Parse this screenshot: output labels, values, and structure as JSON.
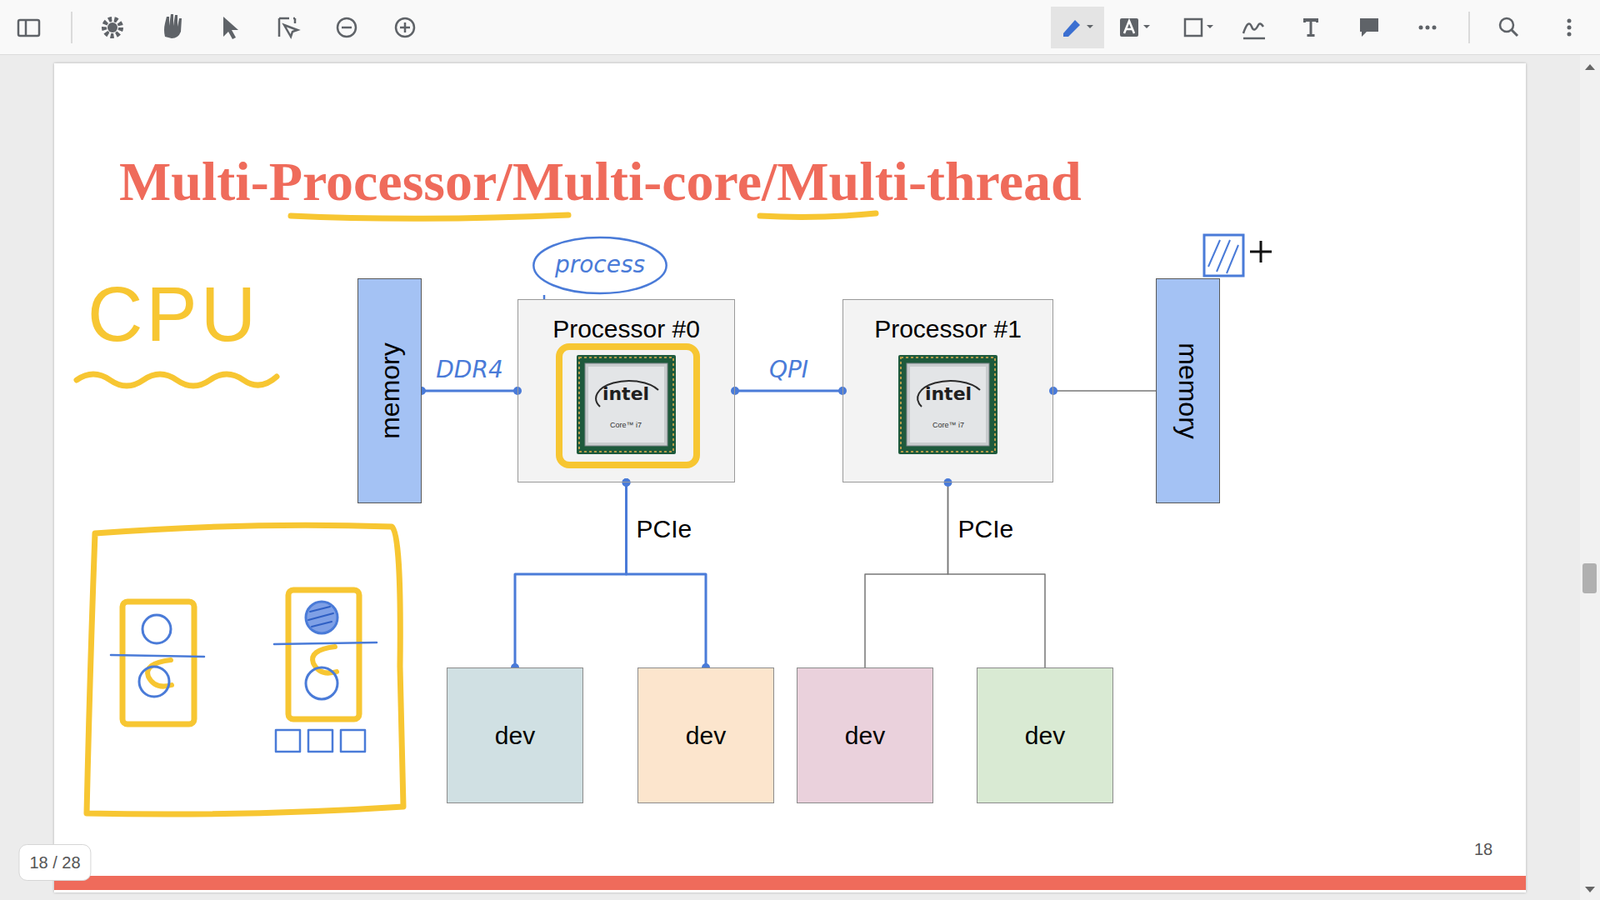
{
  "diagram": {
    "title": "Multi-Processor/Multi-core/Multi-thread",
    "nodes": [
      {
        "text": [
          "process"
        ]
      },
      {
        "text": [
          "memory"
        ]
      },
      {
        "text": [
          "Processor #0"
        ]
      },
      {
        "text": [
          "Processor #1"
        ]
      },
      {
        "text": [
          "memory"
        ]
      },
      {
        "text": [
          "dev"
        ]
      },
      {
        "text": [
          "dev"
        ]
      },
      {
        "text": [
          "dev"
        ]
      },
      {
        "text": [
          "dev"
        ]
      }
    ],
    "edges": [
      {
        "from": 1,
        "to": 2,
        "arrow": "none",
        "label": "DDR4"
      },
      {
        "from": 2,
        "to": 3,
        "arrow": "none",
        "label": "QPI"
      },
      {
        "from": 3,
        "to": 4,
        "arrow": "none"
      },
      {
        "from": 2,
        "to": 5,
        "arrow": "none",
        "label": "PCIe"
      },
      {
        "from": 2,
        "to": 6,
        "arrow": "none"
      },
      {
        "from": 3,
        "to": 7,
        "arrow": "none",
        "label": "PCIe"
      },
      {
        "from": 3,
        "to": 8,
        "arrow": "none"
      }
    ],
    "labels": [
      "CPU",
      "intel",
      "Core™ i7",
      "intel",
      "Core™ i7",
      "18",
      "18 / 28"
    ]
  }
}
